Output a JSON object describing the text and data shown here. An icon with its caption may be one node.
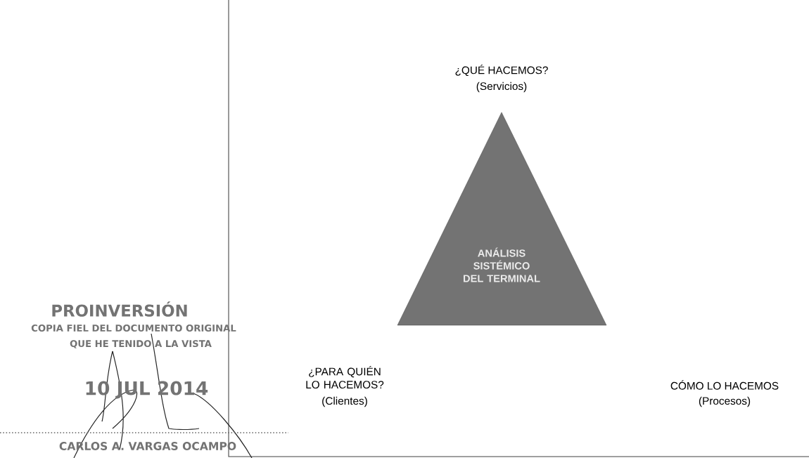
{
  "diagram": {
    "nodes": [
      {
        "text": [
          "ANÁLISIS SISTÉMICO DEL TERMINAL"
        ]
      }
    ],
    "edges": [],
    "labels": [
      "¿QUÉ HACEMOS?",
      "(Servicios)",
      "PROINVERSIÓN",
      "COPIA FIEL DEL DOCUMENTO ORIGINAL",
      "QUE HE TENIDO A LA VISTA",
      "¿PARA QUIÉN LO HACEMOS?",
      "CÓMO LO HACEMOS",
      "10 JUL 2014",
      "(Clientes)",
      "(Procesos)",
      "CARLOS A. VARGAS OCAMPO"
    ]
  }
}
